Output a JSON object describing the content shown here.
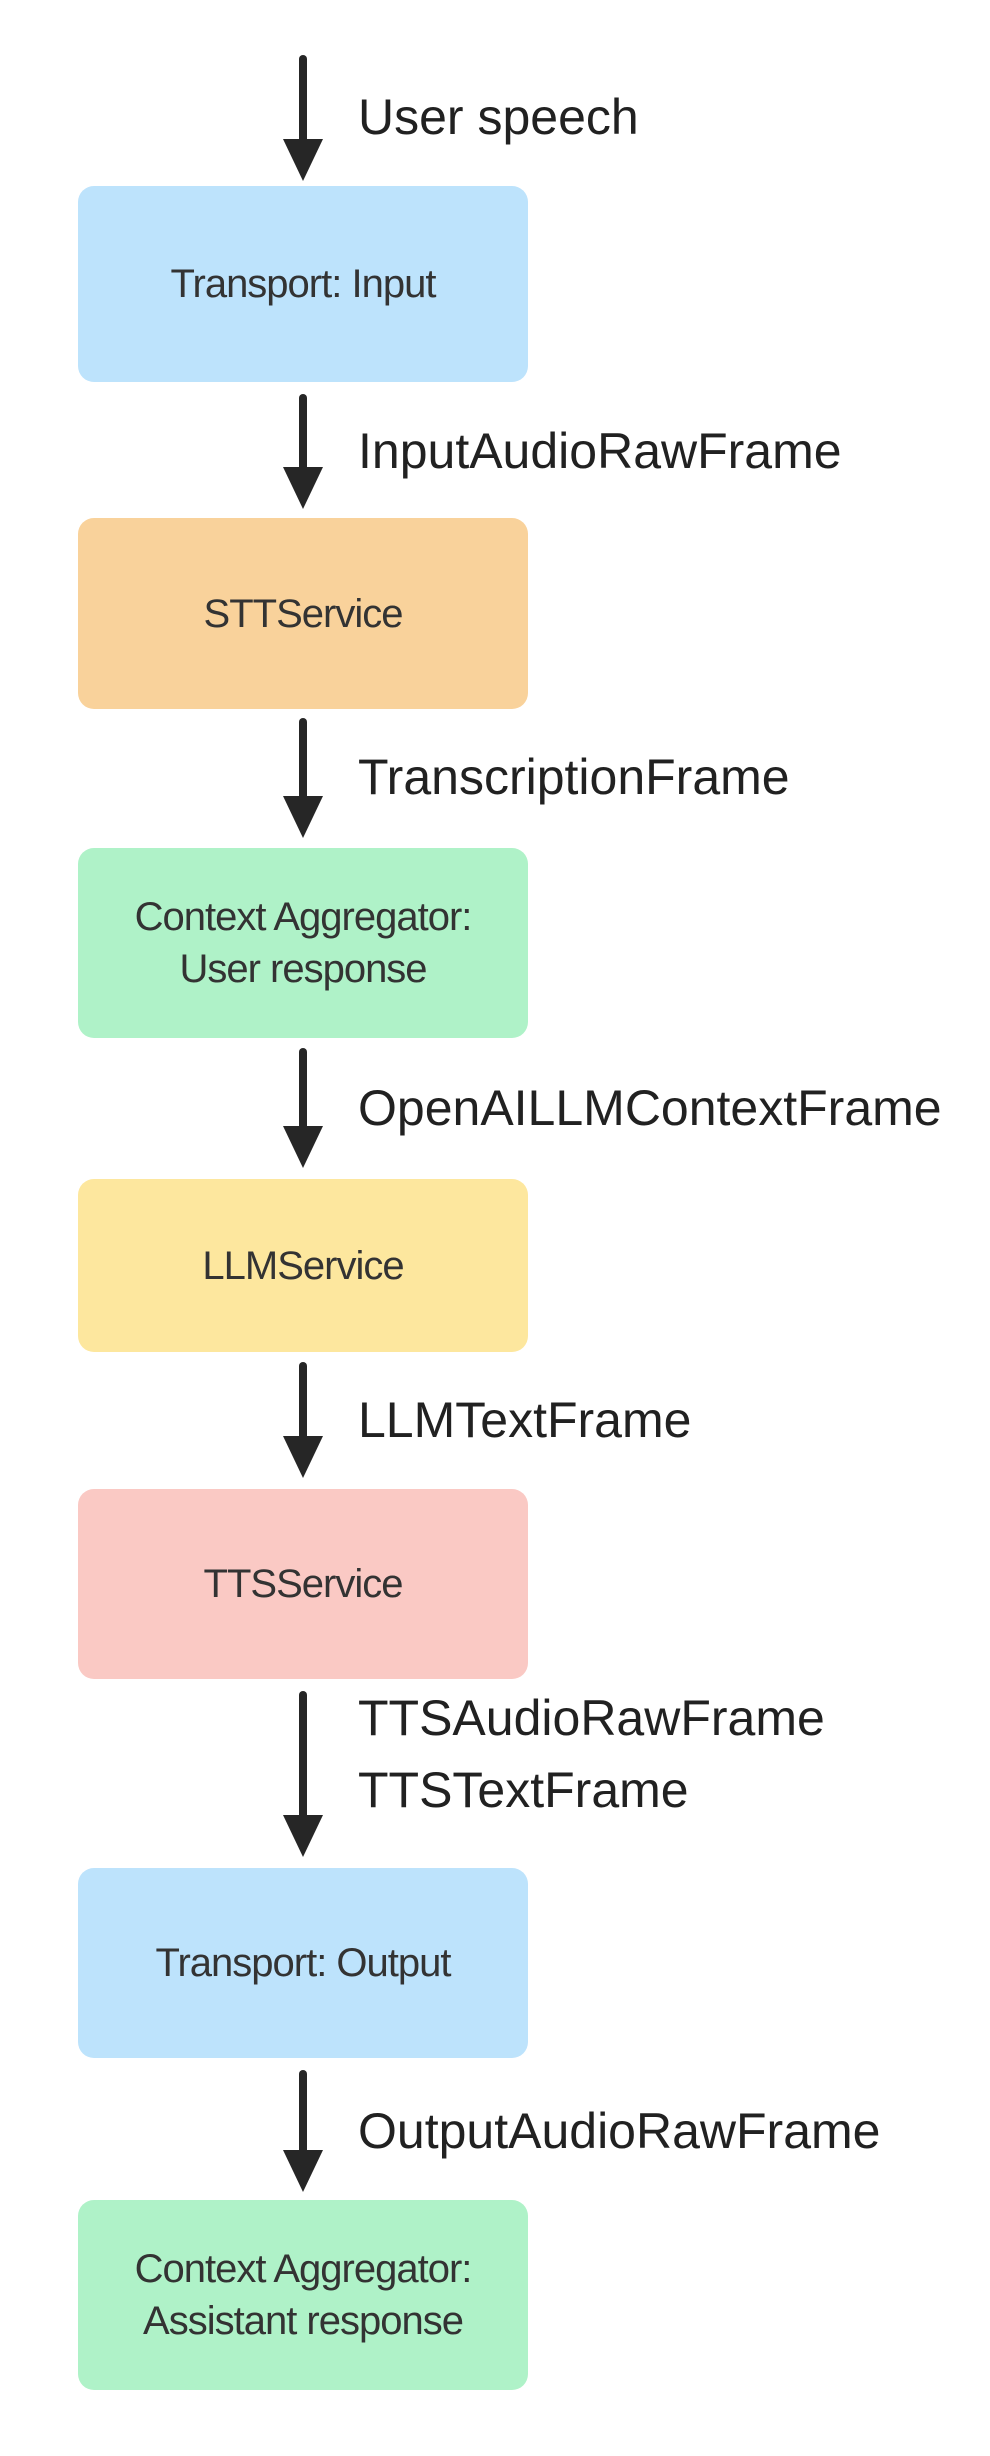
{
  "diagram": {
    "background": "#ffffff",
    "colors": {
      "arrow": "#262626",
      "node_text": "#333333",
      "label_text": "#212121",
      "blue": "#BDE3FC",
      "orange": "#F9D29B",
      "green": "#AFF2C8",
      "yellow": "#FDE79E",
      "red": "#FAC9C4"
    },
    "nodes": [
      {
        "id": "transport-input",
        "lines": [
          "Transport: Input"
        ],
        "fill": "#BDE3FC"
      },
      {
        "id": "stt-service",
        "lines": [
          "STTService"
        ],
        "fill": "#F9D29B"
      },
      {
        "id": "context-aggregator-user",
        "lines": [
          "Context Aggregator:",
          "User response"
        ],
        "fill": "#AFF2C8"
      },
      {
        "id": "llm-service",
        "lines": [
          "LLMService"
        ],
        "fill": "#FDE79E"
      },
      {
        "id": "tts-service",
        "lines": [
          "TTSService"
        ],
        "fill": "#FAC9C4"
      },
      {
        "id": "transport-output",
        "lines": [
          "Transport: Output"
        ],
        "fill": "#BDE3FC"
      },
      {
        "id": "context-aggregator-assistant",
        "lines": [
          "Context Aggregator:",
          "Assistant response"
        ],
        "fill": "#AFF2C8"
      }
    ],
    "edges": [
      {
        "id": "user-speech",
        "lines": [
          "User speech"
        ]
      },
      {
        "id": "input-audio-raw-frame",
        "lines": [
          "InputAudioRawFrame"
        ]
      },
      {
        "id": "transcription-frame",
        "lines": [
          "TranscriptionFrame"
        ]
      },
      {
        "id": "openai-llm-context-frame",
        "lines": [
          "OpenAILLMContextFrame"
        ]
      },
      {
        "id": "llm-text-frame",
        "lines": [
          "LLMTextFrame"
        ]
      },
      {
        "id": "tts-audio-raw-frame",
        "lines": [
          "TTSAudioRawFrame",
          "TTSTextFrame"
        ]
      },
      {
        "id": "output-audio-raw-frame",
        "lines": [
          "OutputAudioRawFrame"
        ]
      }
    ]
  }
}
